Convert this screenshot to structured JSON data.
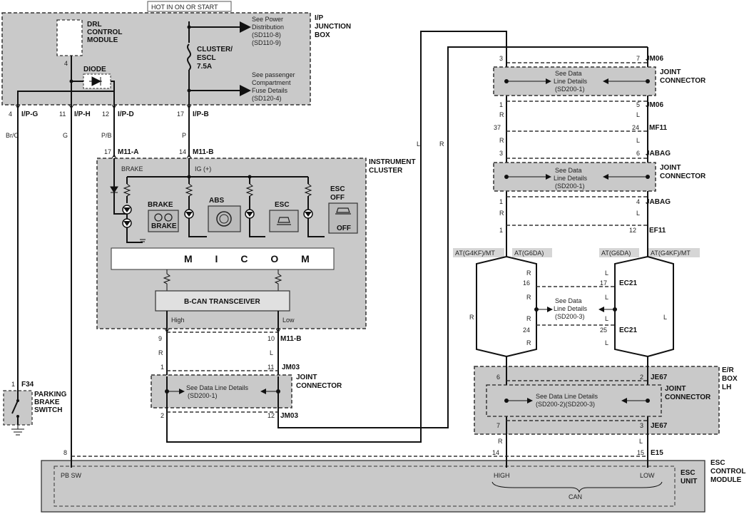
{
  "header": {
    "hot_label": "HOT IN ON OR START"
  },
  "ip_box": {
    "label_l1": "I/P",
    "label_l2": "JUNCTION",
    "label_l3": "BOX",
    "drl_l1": "DRL",
    "drl_l2": "CONTROL",
    "drl_l3": "MODULE",
    "diode": "DIODE",
    "fuse_l1": "CLUSTER/",
    "fuse_l2": "ESCL",
    "fuse_l3": "7.5A",
    "note1_l1": "See Power",
    "note1_l2": "Distribution",
    "note1_l3": "(SD110-8)",
    "note1_l4": "(SD110-9)",
    "note2_l1": "See passenger",
    "note2_l2": "Compartment",
    "note2_l3": "Fuse Details",
    "note2_l4": "(SD120-4)",
    "drl_pin": "4"
  },
  "ip_connectors": [
    {
      "pin": "4",
      "name": "I/P-G",
      "wire": "Br/O"
    },
    {
      "pin": "11",
      "name": "I/P-H",
      "wire": "G"
    },
    {
      "pin": "12",
      "name": "I/P-D",
      "wire": "P/B"
    },
    {
      "pin": "17",
      "name": "I/P-B",
      "wire": "P"
    }
  ],
  "cluster": {
    "label_l1": "INSTRUMENT",
    "label_l2": "CLUSTER",
    "m11a_pin": "17",
    "m11a": "M11-A",
    "m11b_pin": "14",
    "m11b": "M11-B",
    "brake_tag": "BRAKE",
    "ig_tag": "IG (+)",
    "brake": "BRAKE",
    "abs": "ABS",
    "esc": "ESC",
    "escoff_l1": "ESC",
    "escoff_l2": "OFF",
    "brake_icon": "BRAKE",
    "escoff_icon": "OFF",
    "micom": "M I C O M",
    "bcan": "B-CAN TRANSCEIVER",
    "high": "High",
    "low": "Low"
  },
  "bottom_left": {
    "m11b_l": "9",
    "m11b_r": "10",
    "m11b": "M11-B",
    "wire_l": "R",
    "wire_r": "L",
    "jm03_top_l": "1",
    "jm03_top_r": "11",
    "jm03": "JM03",
    "jc_label_l1": "JOINT",
    "jc_label_l2": "CONNECTOR",
    "jc_note": "See Data Line Details",
    "jc_note2": "(SD200-1)",
    "jm03_bot_l": "2",
    "jm03_bot_r": "12"
  },
  "parking": {
    "pin": "1",
    "name": "F34",
    "label_l1": "PARKING",
    "label_l2": "BRAKE",
    "label_l3": "SWITCH"
  },
  "right": {
    "wire_l": "L",
    "wire_r": "R",
    "jm06_l": "3",
    "jm06_r": "7",
    "jm06": "JM06",
    "jc1_label_l1": "JOINT",
    "jc1_label_l2": "CONNECTOR",
    "jc1_note_l1": "See Data",
    "jc1_note_l2": "Line Details",
    "jc1_note_l3": "(SD200-1)",
    "jm06b_l": "1",
    "jm06b_r": "5",
    "r_label": "R",
    "l_label": "L",
    "mf11_l": "37",
    "mf11_r": "24",
    "mf11": "MF11",
    "jabag_l": "3",
    "jabag_r": "6",
    "jabag": "JABAG",
    "jc2_label_l1": "JOINT",
    "jc2_label_l2": "CONNECTOR",
    "jc2_note_l1": "See Data",
    "jc2_note_l2": "Line Details",
    "jc2_note_l3": "(SD200-1)",
    "jabagb_l": "1",
    "jabagb_r": "4",
    "ef11_l": "1",
    "ef11_r": "12",
    "ef11": "EF11",
    "at1": "AT(G4KF)/MT",
    "at2": "AT(G6DA)",
    "at3": "AT(G6DA)",
    "at4": "AT(G4KF)/MT",
    "ec21_l": "16",
    "ec21_r": "17",
    "ec21": "EC21",
    "ec21_note_l1": "See Data",
    "ec21_note_l2": "Line Details",
    "ec21_note_l3": "(SD200-3)",
    "ec21b_l": "24",
    "ec21b_r": "25",
    "er_l1": "E/R",
    "er_l2": "BOX",
    "er_l3": "LH",
    "je67_l": "6",
    "je67_r": "2",
    "je67": "JE67",
    "jc3_label_l1": "JOINT",
    "jc3_label_l2": "CONNECTOR",
    "jc3_note_l1": "See Data Line Details",
    "jc3_note_l2": "(SD200-2)(SD200-3)",
    "je67b_l": "7",
    "je67b_r": "3",
    "e15_l": "14",
    "e15_r": "15",
    "e15": "E15"
  },
  "esc": {
    "pin": "8",
    "pbsw": "PB SW",
    "high": "HIGH",
    "low": "LOW",
    "can": "CAN",
    "unit_l1": "ESC",
    "unit_l2": "UNIT",
    "module_l1": "ESC",
    "module_l2": "CONTROL",
    "module_l3": "MODULE"
  }
}
